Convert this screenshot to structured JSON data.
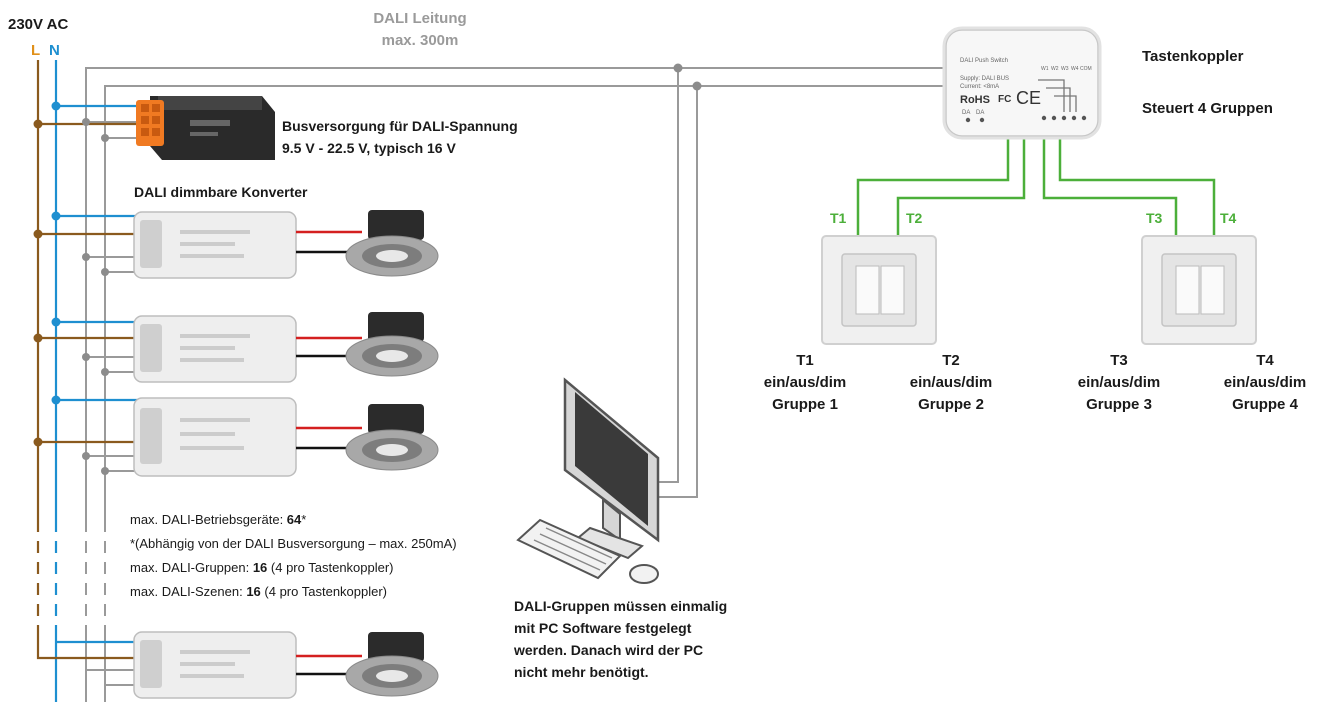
{
  "mains": {
    "title": "230V AC",
    "l": "L",
    "n": "N"
  },
  "dali_line": {
    "line1": "DALI Leitung",
    "line2": "max. 300m"
  },
  "psu": {
    "line1": "Busversorgung für DALI-Spannung",
    "line2": "9.5 V - 22.5 V, typisch 16 V"
  },
  "converters": {
    "title": "DALI dimmbare Konverter"
  },
  "coupler": {
    "title": "Tastenkoppler",
    "subtitle": "Steuert 4 Gruppen",
    "device_name": "DALI Push Switch",
    "supply": "Supply: DALI BUS",
    "current": "Current: <8mA",
    "rohs": "RoHS",
    "fc": "FC",
    "ce": "CE",
    "da1": "DA",
    "da2": "DA",
    "channels": [
      "W1",
      "W2",
      "W3",
      "W4",
      "COM"
    ]
  },
  "terminals": [
    "T1",
    "T2",
    "T3",
    "T4"
  ],
  "groups": [
    {
      "t": "T1",
      "action": "ein/aus/dim",
      "group": "Gruppe 1"
    },
    {
      "t": "T2",
      "action": "ein/aus/dim",
      "group": "Gruppe 2"
    },
    {
      "t": "T3",
      "action": "ein/aus/dim",
      "group": "Gruppe 3"
    },
    {
      "t": "T4",
      "action": "ein/aus/dim",
      "group": "Gruppe 4"
    }
  ],
  "limits": {
    "devices_label": "max. DALI-Betriebsgeräte: ",
    "devices_value": "64",
    "devices_mark": "*",
    "footnote": "*(Abhängig von der DALI Busversorgung – max. 250mA)",
    "groups_label": "max. DALI-Gruppen: ",
    "groups_value": "16",
    "groups_note": " (4 pro Tastenkoppler)",
    "scenes_label": "max. DALI-Szenen: ",
    "scenes_value": "16",
    "scenes_note": " (4 pro Tastenkoppler)"
  },
  "pc_note": {
    "line1": "DALI-Gruppen müssen einmalig",
    "line2": "mit PC Software festgelegt",
    "line3": "werden. Danach wird der PC",
    "line4": "nicht mehr benötigt."
  },
  "colors": {
    "live": "#8a5a1e",
    "neutral": "#1e8fd0",
    "dali": "#9a9a9a",
    "switch_wire": "#4caf3a",
    "led_plus": "#d42020",
    "led_minus": "#111111",
    "terminal_orange": "#f07a22"
  }
}
